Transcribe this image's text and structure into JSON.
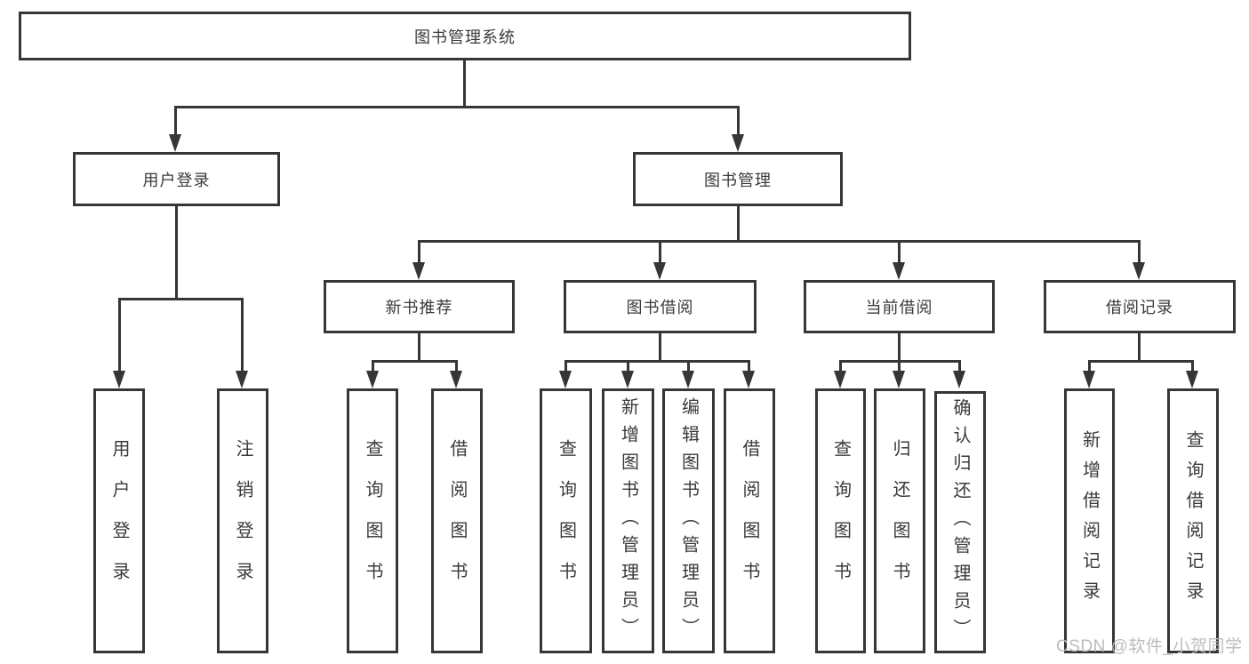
{
  "colors": {
    "line": "#363636",
    "text": "#3a3a3a",
    "watermark": "#bcbcbc",
    "background": "#ffffff"
  },
  "diagram": {
    "root": {
      "label": "图书管理系统"
    },
    "level2": [
      {
        "label": "用户登录"
      },
      {
        "label": "图书管理"
      }
    ],
    "level3": [
      {
        "label": "新书推荐"
      },
      {
        "label": "图书借阅"
      },
      {
        "label": "当前借阅"
      },
      {
        "label": "借阅记录"
      }
    ],
    "leaves": {
      "user_login": [
        "用户登录",
        "注销登录"
      ],
      "new_books": [
        "查询图书",
        "借阅图书"
      ],
      "book_borrow": [
        "查询图书",
        "新增图书（管理员）",
        "编辑图书（管理员）",
        "借阅图书"
      ],
      "current_borrow": [
        "查询图书",
        "归还图书",
        "确认归还（管理员）"
      ],
      "borrow_records": [
        "新增借阅记录",
        "查询借阅记录"
      ]
    }
  },
  "watermark": {
    "text": "CSDN @软件_小贺同学"
  }
}
